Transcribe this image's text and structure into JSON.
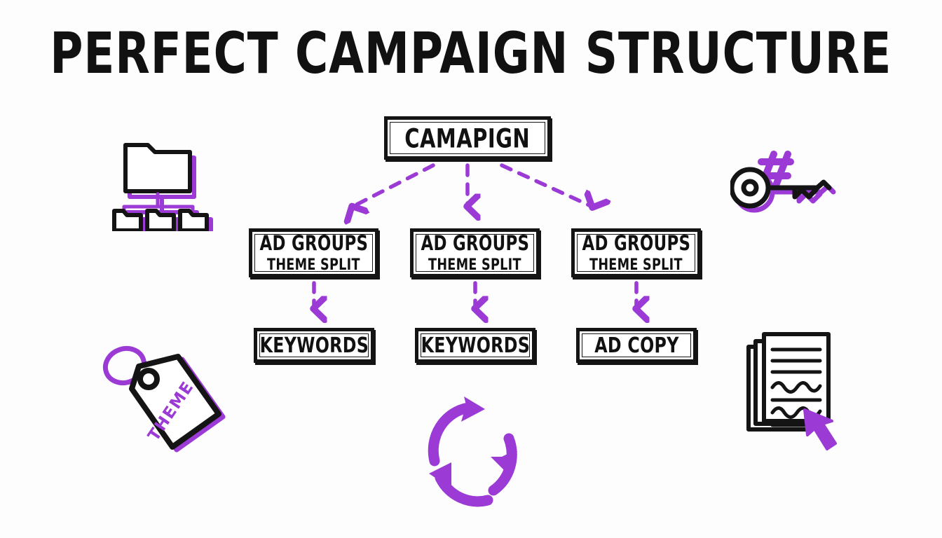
{
  "title": {
    "text": "PERFECT CAMPAIGN STRUCTURE",
    "left_decoration": "sparkle-burst-left",
    "right_decoration": "sparkle-burst-right"
  },
  "colors": {
    "background": "#fdfdfd",
    "ink": "#141414",
    "accent_purple": "#9b3ad4",
    "accent_purple_light": "#a855e6"
  },
  "diagram": {
    "root": {
      "label": "CAMAPIGN",
      "name": "campaign-node"
    },
    "ad_groups": [
      {
        "title": "AD GROUPS",
        "subtitle": "THEME SPLIT"
      },
      {
        "title": "AD GROUPS",
        "subtitle": "THEME SPLIT"
      },
      {
        "title": "AD GROUPS",
        "subtitle": "THEME SPLIT"
      }
    ],
    "leaves": [
      {
        "label": "KEYWORDS"
      },
      {
        "label": "KEYWORDS"
      },
      {
        "label": "AD COPY"
      }
    ],
    "connector_style": "dashed-purple-arrow"
  },
  "icons": {
    "folder_tree": "folder-hierarchy-icon",
    "key": "key-hash-icon",
    "theme_tag": "price-tag-icon",
    "tag_text": "THEME",
    "documents": "stacked-documents-cursor-icon",
    "cycle": "circular-refresh-arrows-icon"
  }
}
